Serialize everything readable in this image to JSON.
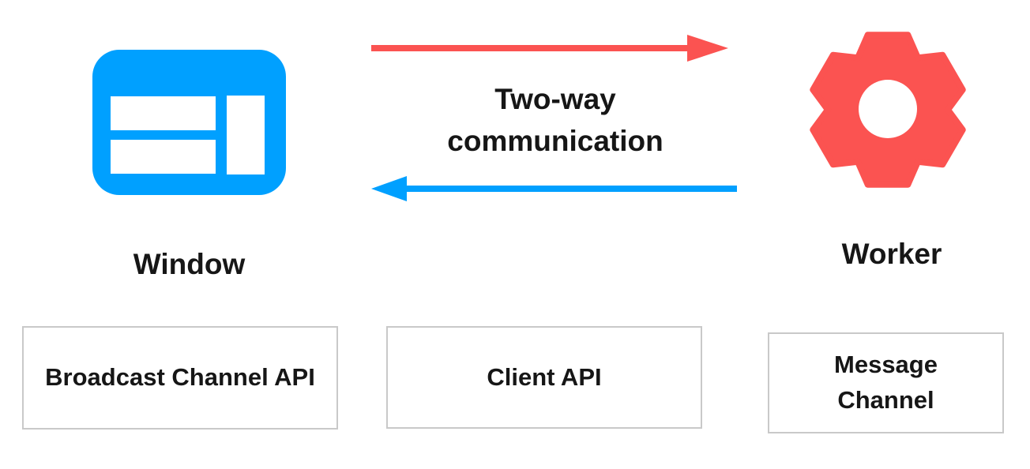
{
  "diagram": {
    "title_hint": "Two-way communication between Window and Worker",
    "colors": {
      "window_blue": "#00A0FF",
      "worker_red": "#FB5351",
      "text": "#161616",
      "box_border": "#c9c9c9",
      "background": "#ffffff"
    },
    "nodes": {
      "window": {
        "label": "Window",
        "icon": "browser-window-icon",
        "color": "#00A0FF"
      },
      "worker": {
        "label": "Worker",
        "icon": "gear-icon",
        "color": "#FB5351"
      }
    },
    "arrows": {
      "top": {
        "direction": "right",
        "from": "Window",
        "to": "Worker",
        "color": "#FB5351"
      },
      "bottom": {
        "direction": "left",
        "from": "Worker",
        "to": "Window",
        "color": "#00A0FF"
      }
    },
    "center_label": "Two-way communication",
    "boxes": [
      {
        "label": "Broadcast Channel API"
      },
      {
        "label": "Client API"
      },
      {
        "label": "Message Channel"
      }
    ]
  }
}
